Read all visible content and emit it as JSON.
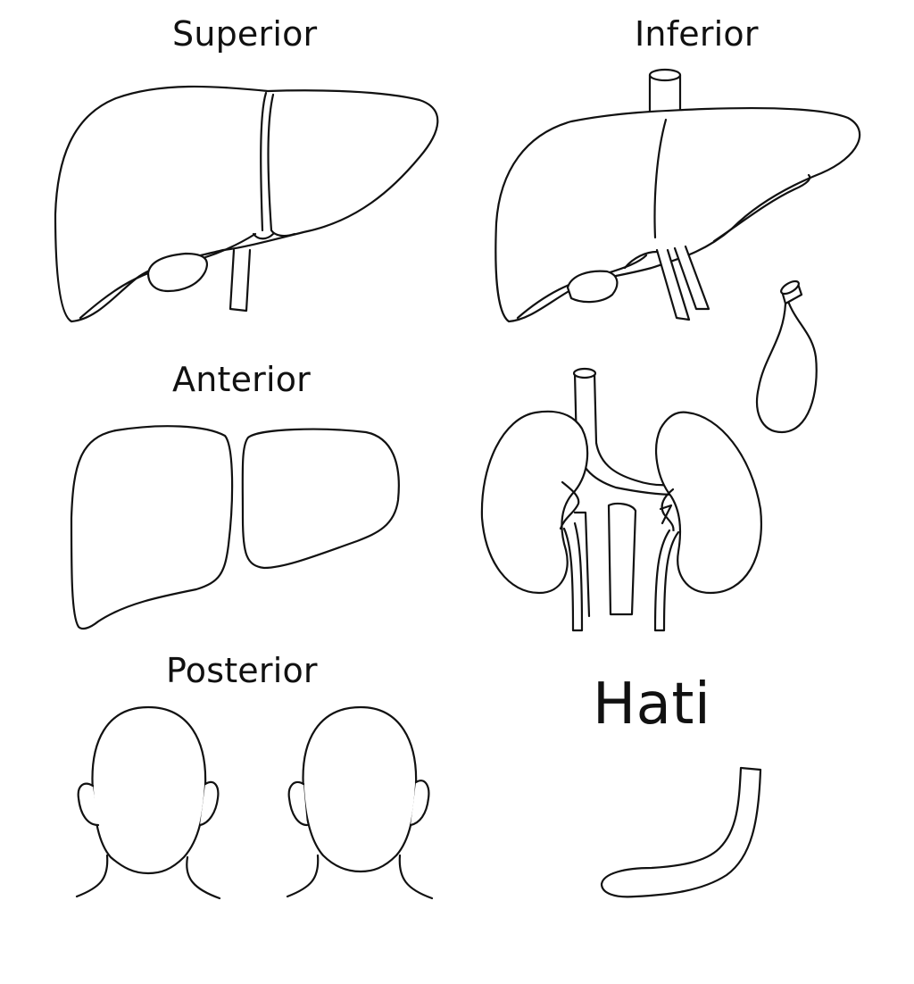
{
  "labels": {
    "superior": "Superior",
    "inferior": "Inferior",
    "anterior": "Anterior",
    "posterior": "Posterior",
    "title": "Hati"
  },
  "colors": {
    "ink": "#111111",
    "background": "#ffffff"
  }
}
